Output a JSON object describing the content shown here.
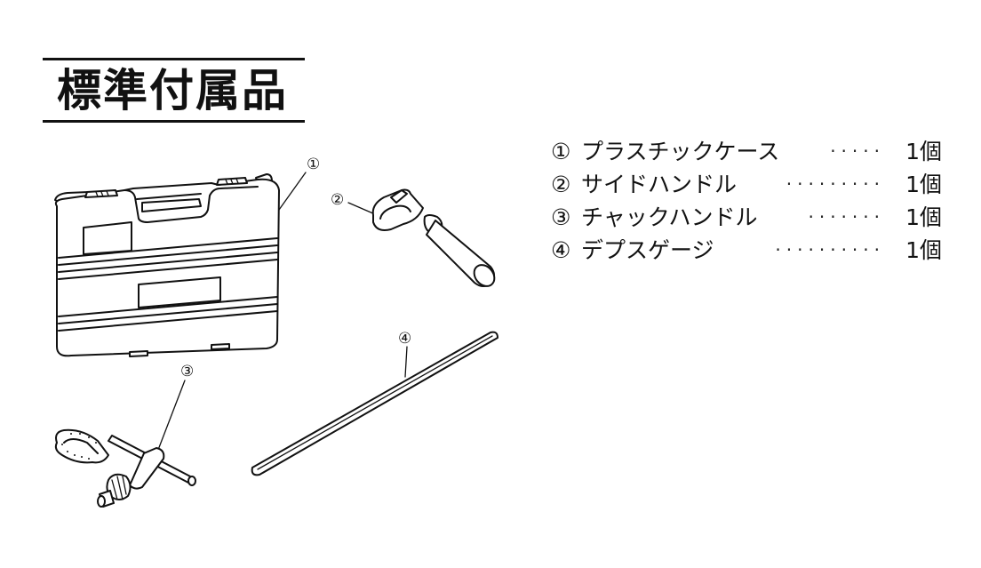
{
  "page": {
    "title": "標準付属品"
  },
  "parts": [
    {
      "number": "①",
      "name": "プラスチックケース",
      "leader": "·····",
      "quantity": "1個"
    },
    {
      "number": "②",
      "name": "サイドハンドル",
      "leader": "·········",
      "quantity": "1個"
    },
    {
      "number": "③",
      "name": "チャックハンドル",
      "leader": "·······",
      "quantity": "1個"
    },
    {
      "number": "④",
      "name": "デプスゲージ",
      "leader": "··········",
      "quantity": "1個"
    }
  ],
  "callouts": {
    "case": "①",
    "side_handle": "②",
    "chuck_handle": "③",
    "depth_gauge": "④"
  },
  "illustrations": {
    "case": "plastic-case-drawing",
    "side_handle": "side-handle-drawing",
    "chuck_handle": "chuck-handle-drawing",
    "depth_gauge": "depth-gauge-drawing"
  }
}
